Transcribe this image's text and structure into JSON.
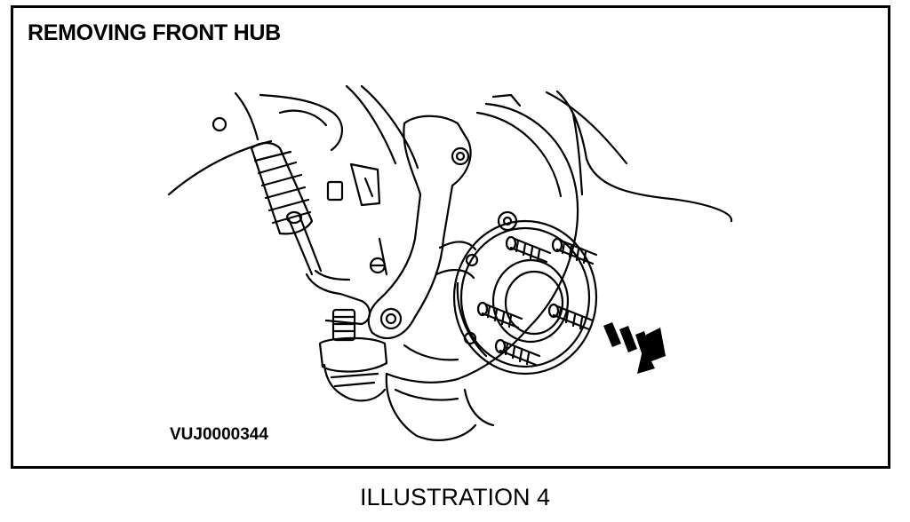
{
  "figure": {
    "title": "REMOVING FRONT HUB",
    "code": "VUJ0000344",
    "caption": "ILLUSTRATION 4"
  },
  "parts": [
    {
      "name": "steering-knuckle-icon"
    },
    {
      "name": "wheel-hub-icon"
    },
    {
      "name": "wheel-stud-icon"
    },
    {
      "name": "tie-rod-end-icon"
    },
    {
      "name": "boot-icon"
    },
    {
      "name": "brake-dust-shield-icon"
    },
    {
      "name": "removal-direction-arrow-icon"
    }
  ],
  "colors": {
    "line": "#000000",
    "background": "#ffffff"
  }
}
